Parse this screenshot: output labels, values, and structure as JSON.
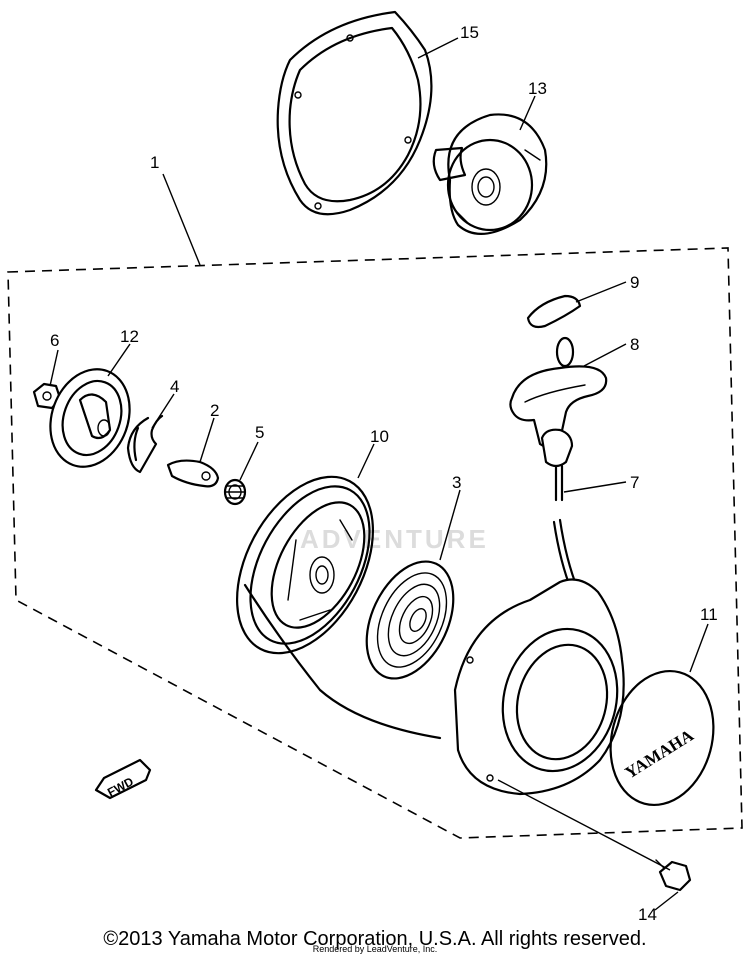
{
  "callouts": {
    "c1": "1",
    "c2": "2",
    "c3": "3",
    "c4": "4",
    "c5": "5",
    "c6": "6",
    "c7": "7",
    "c8": "8",
    "c9": "9",
    "c10": "10",
    "c11": "11",
    "c12": "12",
    "c13": "13",
    "c14": "14",
    "c15": "15"
  },
  "labels": {
    "fwd": "FWD",
    "emblem_brand": "YAMAHA",
    "watermark": "ADVENTURE"
  },
  "footer": {
    "copyright": "©2013 Yamaha Motor Corporation, U.S.A. All rights reserved.",
    "rendered_by": "Rendered by LeadVenture, Inc."
  }
}
